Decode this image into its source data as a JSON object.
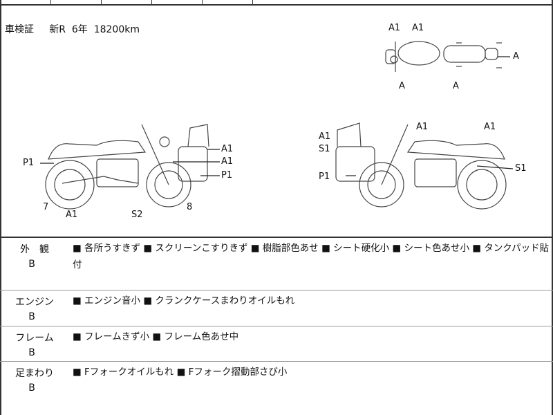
{
  "inspection": {
    "label": "車検証",
    "value": "新R  6年  18200km"
  },
  "diagram_marks": {
    "top": [
      "A1",
      "A1",
      "A",
      "A",
      "A"
    ],
    "left": [
      "P1",
      "A1",
      "A1",
      "P1",
      "7",
      "A1",
      "S2",
      "8"
    ],
    "right": [
      "A1",
      "A1",
      "A1",
      "S1",
      "S1",
      "P1"
    ]
  },
  "rows": [
    {
      "category": "外　観",
      "grade": "B",
      "items": "■ 各所うすきず ■ スクリーンこすりきず ■ 樹脂部色あせ ■ シート硬化小 ■ シート色あせ小 ■ タンクパッド貼付"
    },
    {
      "category": "エンジン",
      "grade": "B",
      "items": "■ エンジン音小 ■ クランクケースまわりオイルもれ"
    },
    {
      "category": "フレーム",
      "grade": "B",
      "items": "■ フレームきず小 ■ フレーム色あせ中"
    },
    {
      "category": "足まわり",
      "grade": "B",
      "items": "■ Fフォークオイルもれ ■ Fフォーク摺動部さび小"
    }
  ]
}
